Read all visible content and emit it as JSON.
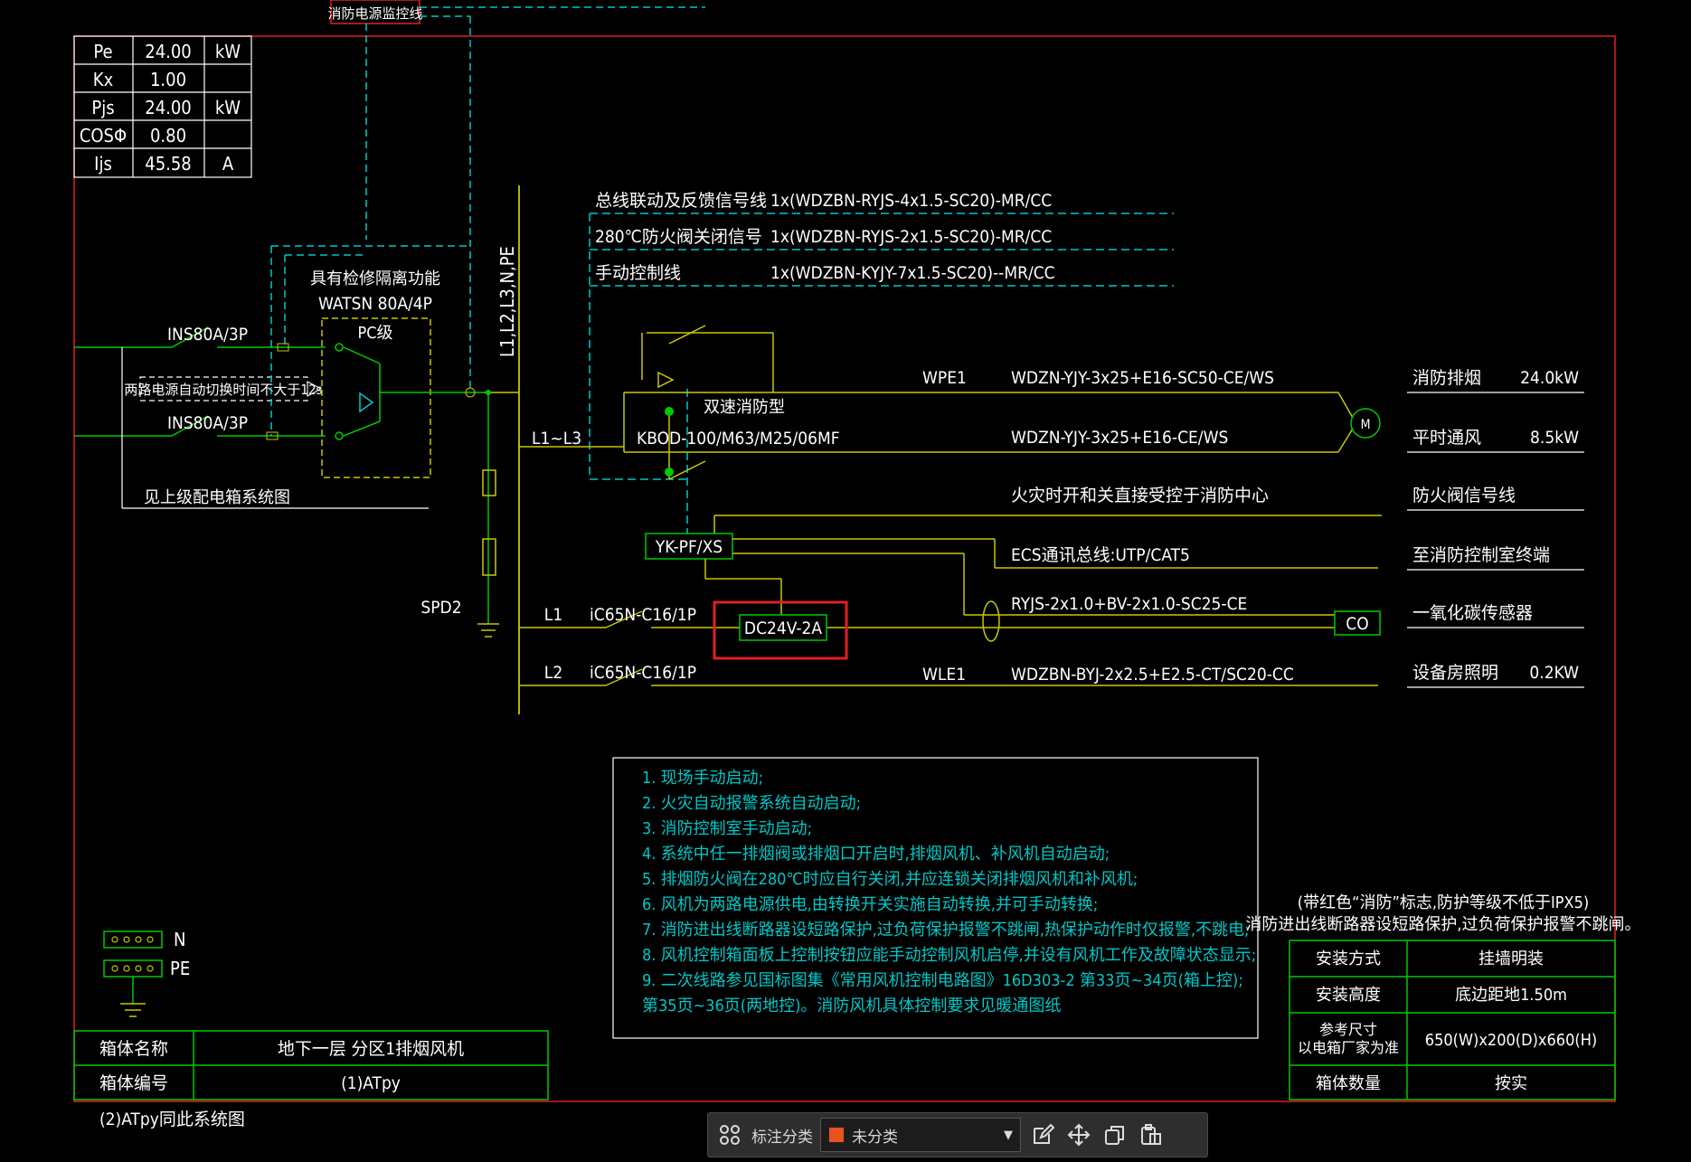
{
  "top_tag": "消防电源监控线",
  "load_table": [
    {
      "name": "Pe",
      "value": "24.00",
      "unit": "kW"
    },
    {
      "name": "Kx",
      "value": "1.00",
      "unit": ""
    },
    {
      "name": "Pjs",
      "value": "24.00",
      "unit": "kW"
    },
    {
      "name": "COSΦ",
      "value": "0.80",
      "unit": ""
    },
    {
      "name": "Ijs",
      "value": "45.58",
      "unit": "A"
    }
  ],
  "signals": [
    {
      "name": "总线联动及反馈信号线",
      "cable": "1x(WDZBN-RYJS-4x1.5-SC20)-MR/CC"
    },
    {
      "name": "280℃防火阀关闭信号",
      "cable": "1x(WDZBN-RYJS-2x1.5-SC20)-MR/CC"
    },
    {
      "name": "手动控制线",
      "cable": "1x(WDZBN-KYJY-7x1.5-SC20)--MR/CC"
    }
  ],
  "labels": {
    "busbar": "L1,L2,L3,N,PE",
    "isolation": "具有检修隔离功能",
    "watsn": "WATSN 80A/4P",
    "pc_grade": "PC级",
    "ins_upper": "INS80A/3P",
    "ins_lower": "INS80A/3P",
    "transfer_note": "两路电源自动切换时间不大于12s",
    "upstream": "见上级配电箱系统图",
    "l1l3": "L1~L3",
    "dual_speed": "双速消防型",
    "kbo": "KBOD-100/M63/M25/06MF",
    "wpe1": "WPE1",
    "spd": "SPD2",
    "l1": "L1",
    "l2": "L2",
    "breaker1": "iC65N-C16/1P",
    "breaker2": "iC65N-C16/1P",
    "dc24": "DC24V-2A",
    "yk": "YK-PF/XS",
    "wle1": "WLE1",
    "co": "CO",
    "motor": "M"
  },
  "circuits": [
    {
      "cable": "WDZN-YJY-3x25+E16-SC50-CE/WS",
      "purpose": "消防排烟",
      "power": "24.0kW"
    },
    {
      "cable": "WDZN-YJY-3x25+E16-CE/WS",
      "purpose": "平时通风",
      "power": "8.5kW"
    },
    {
      "cable": "火灾时开和关直接受控于消防中心",
      "purpose": "防火阀信号线",
      "power": ""
    },
    {
      "cable": "ECS通讯总线:UTP/CAT5",
      "purpose": "至消防控制室终端",
      "power": ""
    },
    {
      "cable": "RYJS-2x1.0+BV-2x1.0-SC25-CE",
      "purpose": "一氧化碳传感器",
      "power": ""
    },
    {
      "cable": "WDZBN-BYJ-2x2.5+E2.5-CT/SC20-CC",
      "purpose": "设备房照明",
      "power": "0.2KW"
    }
  ],
  "notes": [
    "1. 现场手动启动;",
    "2. 火灾自动报警系统自动启动;",
    "3. 消防控制室手动启动;",
    "4. 系统中任一排烟阀或排烟口开启时,排烟风机、补风机自动启动;",
    "5. 排烟防火阀在280℃时应自行关闭,并应连锁关闭排烟风机和补风机;",
    "6. 风机为两路电源供电,由转换开关实施自动转换,并可手动转换;",
    "7. 消防进出线断路器设短路保护,过负荷保护报警不跳闸,热保护动作时仅报警,不跳电;",
    "8. 风机控制箱面板上控制按钮应能手动控制风机启停,并设有风机工作及故障状态显示;",
    "9. 二次线路参见国标图集《常用风机控制电路图》16D303-2 第33页~34页(箱上控);",
    "   第35页~36页(两地控)。消防风机具体控制要求见暖通图纸"
  ],
  "install_note": [
    "(带红色“消防”标志,防护等级不低于IPX5)",
    "消防进出线断路器设短路保护,过负荷保护报警不跳闸。"
  ],
  "install_table": [
    {
      "key": "安装方式",
      "value": "挂墙明装"
    },
    {
      "key": "安装高度",
      "value": "底边距地1.50m"
    },
    {
      "key": "参考尺寸\n以电箱厂家为准",
      "value": "650(W)x200(D)x660(H)"
    },
    {
      "key": "箱体数量",
      "value": "按实"
    }
  ],
  "box_table": [
    {
      "key": "箱体名称",
      "value": "地下一层 分区1排烟风机"
    },
    {
      "key": "箱体编号",
      "value": "(1)ATpy"
    }
  ],
  "footnote": "(2)ATpy同此系统图",
  "n_label": "N",
  "pe_label": "PE",
  "toolbar": {
    "category_label": "标注分类",
    "selected": "未分类",
    "swatch": "#e8521c"
  },
  "colors": {
    "yellow": "#c8c800",
    "cyan": "#00c8c8",
    "white": "#ffffff",
    "green": "#00c800",
    "red": "#e02020"
  }
}
